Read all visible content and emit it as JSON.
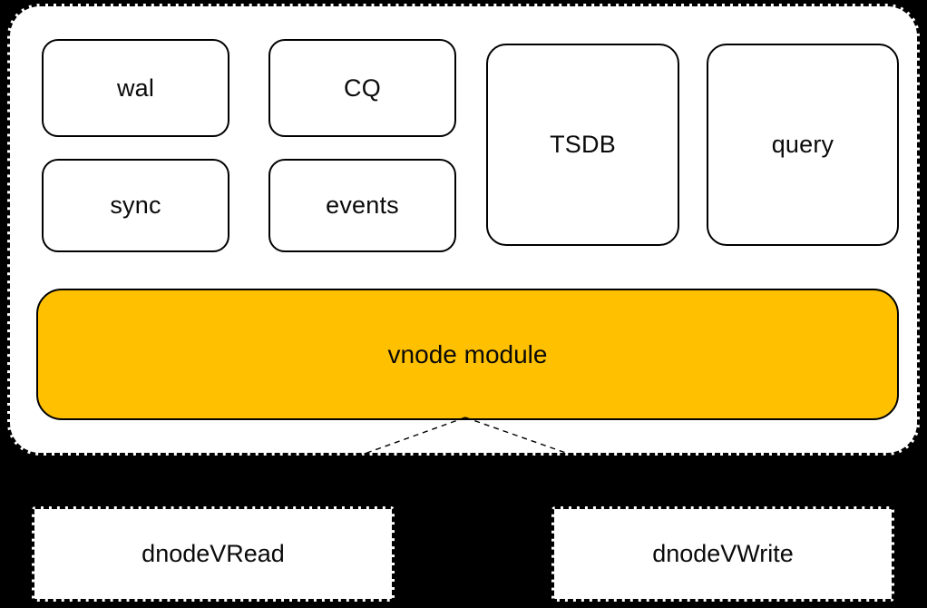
{
  "diagram": {
    "background_color": "#000000",
    "vnode_group": {
      "fill_color": "#ffffff",
      "border_style": "dashed",
      "modules": [
        {
          "id": "wal",
          "label": "wal"
        },
        {
          "id": "cq",
          "label": "CQ"
        },
        {
          "id": "sync",
          "label": "sync"
        },
        {
          "id": "events",
          "label": "events"
        },
        {
          "id": "tsdb",
          "label": "TSDB"
        },
        {
          "id": "query",
          "label": "query"
        }
      ],
      "vnode_module": {
        "label": "vnode module",
        "fill_color": "#FFC000"
      }
    },
    "dnodes": [
      {
        "id": "dnode-vread",
        "label": "dnodeVRead"
      },
      {
        "id": "dnode-vwrite",
        "label": "dnodeVWrite"
      }
    ],
    "connectors": {
      "style": "dashed",
      "color": "#000000",
      "from": "vnode module bottom center",
      "to": [
        "dnodeVRead",
        "dnodeVWrite"
      ]
    }
  }
}
